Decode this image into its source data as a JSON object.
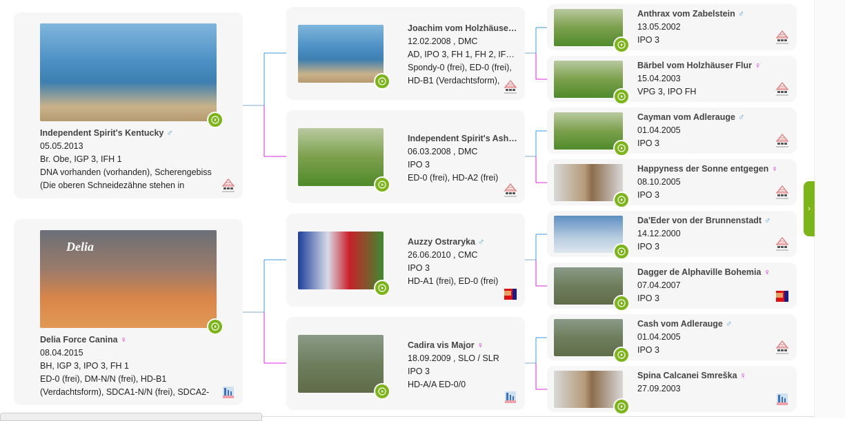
{
  "accent_color": "#7cb518",
  "male_color": "#3a9bdc",
  "female_color": "#e020e0",
  "side_tab": {
    "icon": "chevron-right-icon",
    "label": "›"
  },
  "gen1": [
    {
      "name": "Independent Spirit's Kentucky",
      "sex": "♂",
      "lines": [
        "05.05.2013",
        "Br. Obe, IGP 3, IFH 1",
        "DNA vorhanden (vorhanden), Scherengebiss (Die oberen Schneidezähne stehen in"
      ],
      "logo": "vdh-logo",
      "photo": "beach"
    },
    {
      "name": "Delia Force Canina",
      "sex": "♀",
      "lines": [
        "08.04.2015",
        "BH, IGP 3, IPO 3, FH 1",
        "ED-0 (frei), DM-N/N (frei), HD-B1 (Verdachtsform), SDCA1-N/N (frei), SDCA2-"
      ],
      "logo": "kzs-logo",
      "photo": "sunset",
      "photo_text": "Delia"
    }
  ],
  "gen2": [
    {
      "name": "Joachim vom Holzhäuse…",
      "sex": "",
      "lines": [
        "12.02.2008 , DMC",
        "AD, IPO 3, FH 1, FH 2, IF…",
        "Spondy-0 (frei), ED-0 (frei), HD-B1 (Verdachtsform),"
      ],
      "logo": "vdh-logo",
      "photo": "beach"
    },
    {
      "name": "Independent Spirit's Ash…",
      "sex": "",
      "lines": [
        "06.03.2008 , DMC",
        "IPO 3",
        "ED-0 (frei), HD-A2 (frei)"
      ],
      "logo": "vdh-logo",
      "photo": "grass"
    },
    {
      "name": "Auzzy Ostraryka",
      "sex": "♂",
      "lines": [
        "26.06.2010 , CMC",
        "IPO 3",
        "HD-A1 (frei), ED-0 (frei)"
      ],
      "logo": "cmku-logo",
      "photo": "flag"
    },
    {
      "name": "Cadira vis Major",
      "sex": "♀",
      "lines": [
        "18.09.2009 , SLO / SLR",
        "IPO 3",
        "HD-A/A ED-0/0"
      ],
      "logo": "kzs-logo",
      "photo": "field"
    }
  ],
  "gen3": [
    {
      "name": "Anthrax vom Zabelstein",
      "sex": "♂",
      "lines": [
        "13.05.2002",
        "IPO 3"
      ],
      "logo": "vdh-logo",
      "photo": "grass"
    },
    {
      "name": "Bärbel vom Holzhäuser Flur",
      "sex": "♀",
      "lines": [
        "15.04.2003",
        "VPG 3, IPO FH"
      ],
      "logo": "vdh-logo",
      "photo": "grass"
    },
    {
      "name": "Cayman vom Adlerauge",
      "sex": "♂",
      "lines": [
        "01.04.2005",
        "IPO 3"
      ],
      "logo": "vdh-logo",
      "photo": "grass"
    },
    {
      "name": "Happyness der Sonne entgegen",
      "sex": "♀",
      "lines": [
        "08.10.2005",
        "IPO 3"
      ],
      "logo": "vdh-logo",
      "photo": "gray"
    },
    {
      "name": "Da'Eder von der Brunnenstadt",
      "sex": "♂",
      "lines": [
        "14.12.2000",
        "IPO 3"
      ],
      "logo": "vdh-logo",
      "photo": "sky"
    },
    {
      "name": "Dagger de Alphaville Bohemia",
      "sex": "♀",
      "lines": [
        "07.04.2007",
        "IPO 3"
      ],
      "logo": "cmku-logo",
      "photo": "field"
    },
    {
      "name": "Cash vom Adlerauge",
      "sex": "♂",
      "lines": [
        "01.04.2005",
        "IPO 3"
      ],
      "logo": "vdh-logo",
      "photo": "field"
    },
    {
      "name": "Spina Calcanei Smreška",
      "sex": "♀",
      "lines": [
        "27.09.2003"
      ],
      "logo": "kzs-logo",
      "photo": "gray"
    }
  ]
}
